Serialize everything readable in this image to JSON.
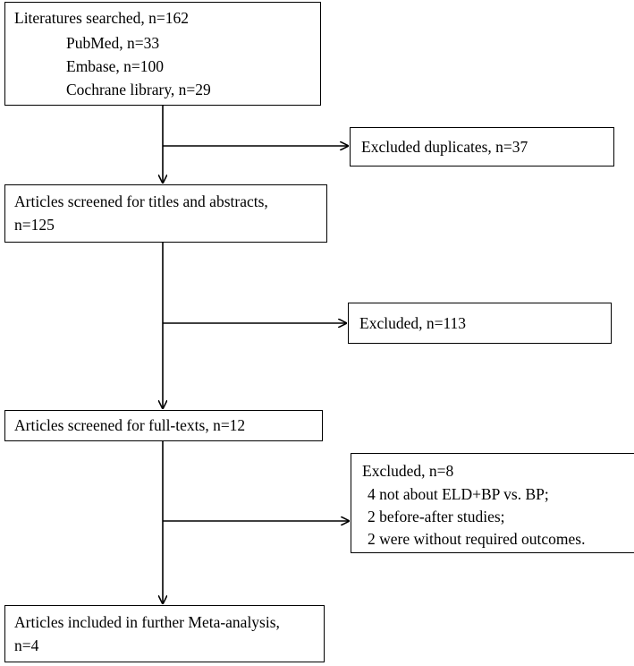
{
  "search_box": {
    "title": "Literatures searched, n=162",
    "sources": [
      "PubMed, n=33",
      "Embase, n=100",
      "Cochrane library, n=29"
    ]
  },
  "duplicates_box": {
    "text": "Excluded duplicates, n=37"
  },
  "screen_box": {
    "line1": "Articles screened for titles and abstracts,",
    "line2": "n=125"
  },
  "excluded_box": {
    "text": "Excluded, n=113"
  },
  "fulltext_box": {
    "text": "Articles screened for full-texts, n=12"
  },
  "excluded_reasons_box": {
    "title": "Excluded, n=8",
    "reasons": [
      "4 not about ELD+BP vs. BP;",
      "2 before-after studies;",
      "2 were without required outcomes."
    ]
  },
  "included_box": {
    "line1": "Articles included in further Meta-analysis,",
    "line2": "n=4"
  }
}
